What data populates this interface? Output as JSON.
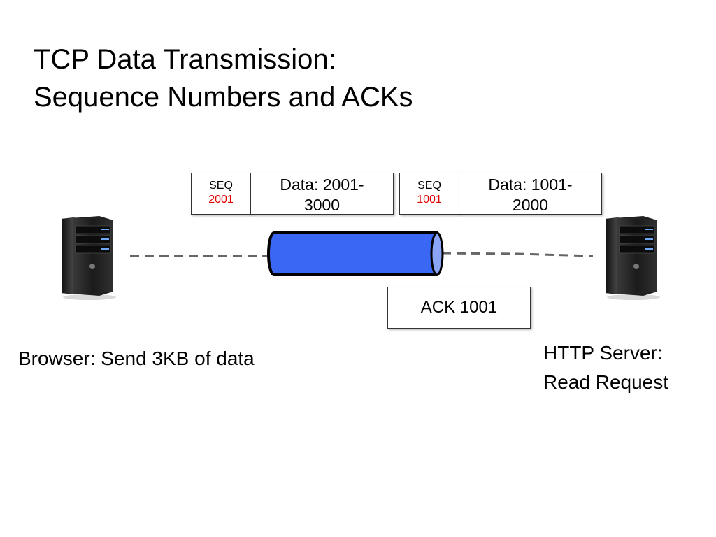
{
  "slide": {
    "title_line1": "TCP Data Transmission:",
    "title_line2": "Sequence Numbers and ACKs"
  },
  "segments": [
    {
      "seq_label": "SEQ",
      "seq_number": "2001",
      "data_line1": "Data: 2001-",
      "data_line2": "3000"
    },
    {
      "seq_label": "SEQ",
      "seq_number": "1001",
      "data_line1": "Data: 1001-",
      "data_line2": "2000"
    }
  ],
  "ack": {
    "label": "ACK 1001"
  },
  "browser": {
    "caption": "Browser:  Send 3KB of data",
    "icon": "server-tower-icon"
  },
  "server": {
    "caption_line1": "HTTP Server:",
    "caption_line2": "Read Request",
    "icon": "server-tower-icon"
  },
  "colors": {
    "pipe_fill": "#3b67f5",
    "pipe_end": "#8aa5f5",
    "seq_number": "#e00000",
    "dashed_line": "#666666"
  }
}
